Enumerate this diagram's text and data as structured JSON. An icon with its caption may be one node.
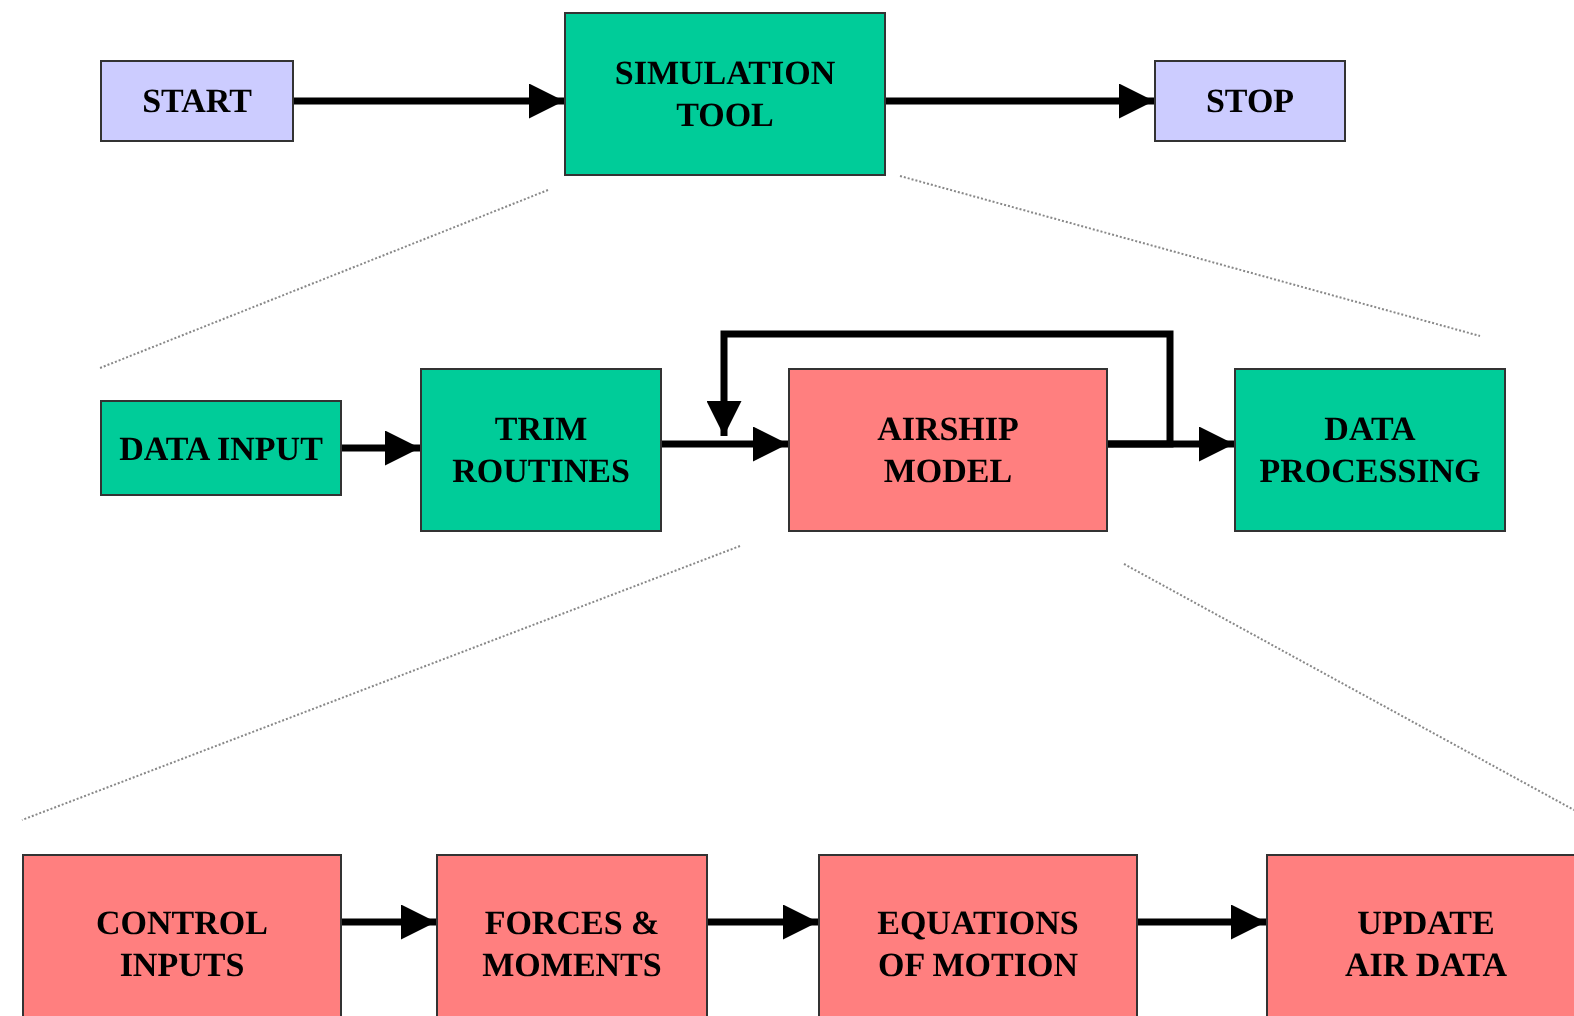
{
  "diagram": {
    "nodes": [
      {
        "text": [
          "START"
        ]
      },
      {
        "text": [
          "SIMULATION TOOL"
        ]
      },
      {
        "text": [
          "STOP"
        ]
      },
      {
        "text": [
          "DATA INPUT"
        ]
      },
      {
        "text": [
          "TRIM ROUTINES"
        ]
      },
      {
        "text": [
          "AIRSHIP MODEL"
        ]
      },
      {
        "text": [
          "DATA PROCESSING"
        ]
      },
      {
        "text": [
          "CONTROL INPUTS"
        ]
      },
      {
        "text": [
          "FORCES & MOMENTS"
        ]
      },
      {
        "text": [
          "EQUATIONS OF MOTION"
        ]
      },
      {
        "text": [
          "UPDATE AIR DATA"
        ]
      }
    ],
    "edges": [
      {
        "from": 0,
        "to": 1,
        "arrow": "to"
      },
      {
        "from": 1,
        "to": 2,
        "arrow": "to"
      },
      {
        "from": 3,
        "to": 4,
        "arrow": "to"
      },
      {
        "from": 4,
        "to": 5,
        "arrow": "to"
      },
      {
        "from": 5,
        "to": 6,
        "arrow": "to"
      },
      {
        "from": 5,
        "to": 5,
        "arrow": "to"
      },
      {
        "from": 7,
        "to": 8,
        "arrow": "to"
      },
      {
        "from": 8,
        "to": 9,
        "arrow": "to"
      },
      {
        "from": 9,
        "to": 10,
        "arrow": "to"
      }
    ]
  }
}
